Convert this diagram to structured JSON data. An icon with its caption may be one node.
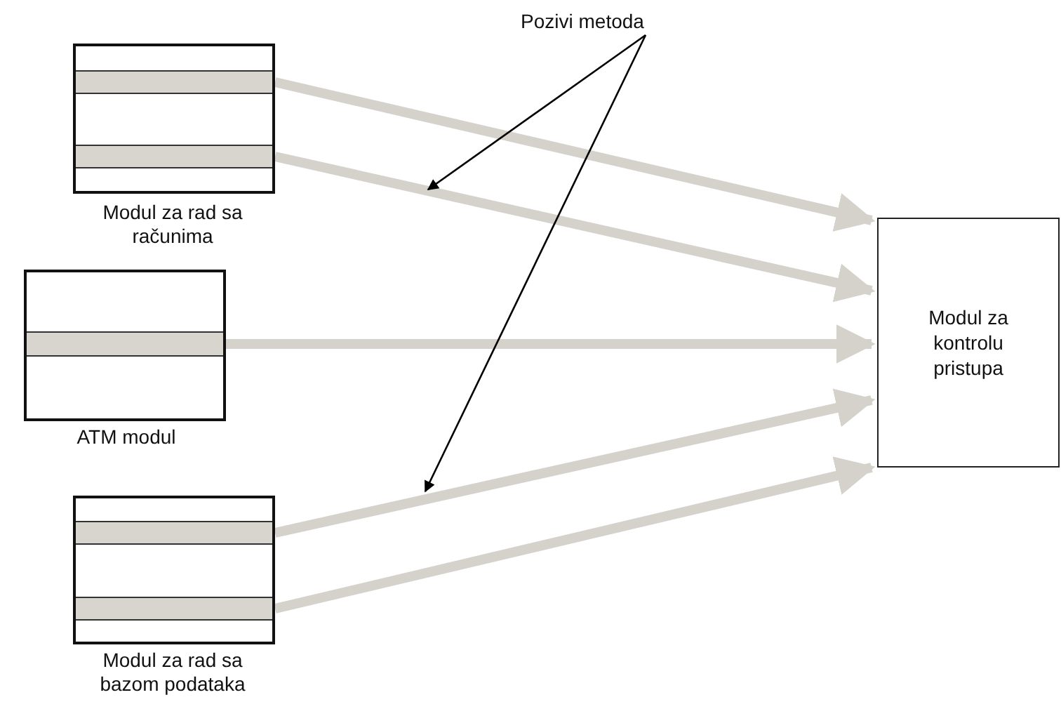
{
  "diagram": {
    "nodes": [
      {
        "text": [],
        "shape": "box",
        "beside": [
          "Modul za rad sa računima"
        ]
      },
      {
        "text": [],
        "shape": "bar",
        "in": 0
      },
      {
        "text": [],
        "shape": "bar",
        "in": 0
      },
      {
        "text": [],
        "shape": "box",
        "beside": [
          "ATM modul"
        ]
      },
      {
        "text": [],
        "shape": "bar",
        "in": 3
      },
      {
        "text": [],
        "shape": "box",
        "beside": [
          "Modul za rad sa bazom podataka"
        ]
      },
      {
        "text": [],
        "shape": "bar",
        "in": 5
      },
      {
        "text": [],
        "shape": "bar",
        "in": 5
      },
      {
        "text": [
          "Modul za kontrolu pristupa"
        ]
      },
      {
        "text": [
          "Pozivi metoda"
        ]
      }
    ],
    "edges": [
      {
        "from": 1,
        "to": 8,
        "arrow": "to"
      },
      {
        "from": 2,
        "to": 8,
        "arrow": "to"
      },
      {
        "from": 4,
        "to": 8,
        "arrow": "to"
      },
      {
        "from": 6,
        "to": 8,
        "arrow": "to"
      },
      {
        "from": 7,
        "to": 8,
        "arrow": "to"
      },
      {
        "from": 9,
        "to": null,
        "arrow": "to",
        "color": "#000000"
      },
      {
        "from": 9,
        "to": null,
        "arrow": "to",
        "color": "#000000"
      }
    ]
  }
}
